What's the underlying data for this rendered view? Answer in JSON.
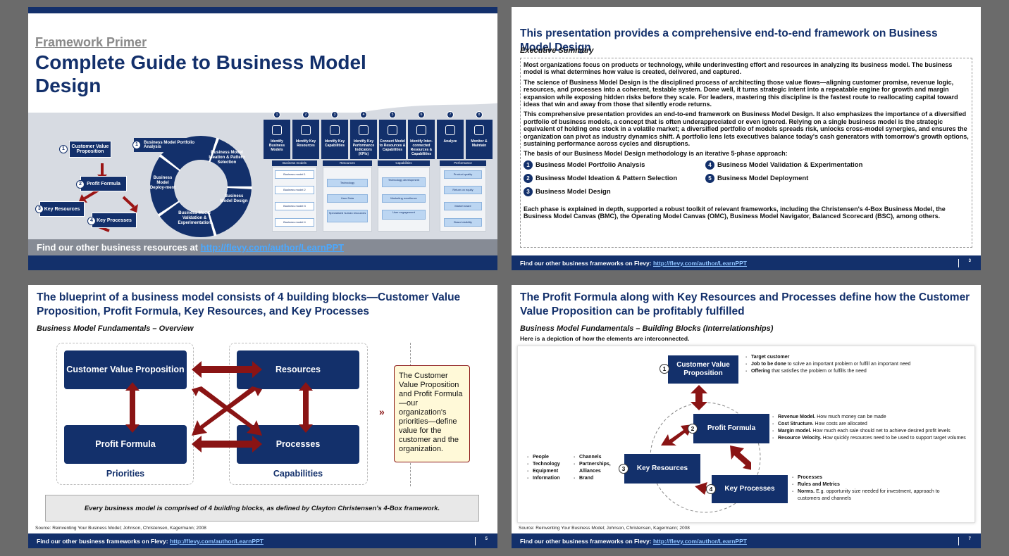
{
  "slide1": {
    "primer": "Framework Primer",
    "title": "Complete Guide to Business Model Design",
    "cycle": [
      "Business Model Portfolio Analysis",
      "Business Model Ideation & Pattern Selection",
      "Business Model Design",
      "Business Model Validation & Experimentation",
      "Business Model Deploy-ment"
    ],
    "blocks": [
      "Customer Value Proposition",
      "Profit Formula",
      "Key Resources",
      "Key Processes"
    ],
    "steps": [
      "Identify Business Models",
      "Identify Key Resources",
      "Identify Key Capabilities",
      "Identify Key Performance Indicators (KPIs)",
      "Connect Model to Resources & Capabilities",
      "Identify Inter-connected Resources & Capabilities",
      "Analyze",
      "Monitor & Maintain"
    ],
    "columns": [
      "Business models",
      "Resources",
      "Capabilities",
      "Performance"
    ],
    "models": [
      "Business model 1",
      "Business model 2",
      "Business model 3",
      "Business model 4"
    ],
    "resources": [
      "Technology",
      "User Data",
      "Specialized human resources"
    ],
    "capabilities": [
      "Technology development",
      "Marketing excellence",
      "User engagement"
    ],
    "performance": [
      "Product quality",
      "Return on equity",
      "Market share",
      "Brand visibility"
    ],
    "find_text": "Find our other business resources at ",
    "find_link": "http://flevy.com/author/LearnPPT"
  },
  "slide2": {
    "title": "This presentation provides a comprehensive end-to-end framework on Business Model Design",
    "subtitle": "Executive Summary",
    "p1": "Most organizations focus on products or technology, while underinvesting effort and resources in analyzing its business model. The business model is what determines how value is created, delivered, and captured.",
    "p2": "The science of Business Model Design is the disciplined process of architecting those value flows—aligning customer promise, revenue logic, resources, and processes into a coherent, testable system. Done well, it turns strategic intent into a repeatable engine for growth and margin expansion while exposing hidden risks before they scale. For leaders, mastering this discipline is the fastest route to reallocating capital toward ideas that win and away from those that silently erode returns.",
    "p3": "This comprehensive presentation provides an end-to-end framework on Business Model Design. It also emphasizes the importance of a diversified portfolio of business models, a concept that is often underappreciated or even ignored. Relying on a single business model is the strategic equivalent of holding one stock in a volatile market; a diversified portfolio of models spreads risk, unlocks cross-model synergies, and ensures the organization can pivot as industry dynamics shift. A portfolio lens lets executives balance today's cash generators with tomorrow's growth options, sustaining performance across cycles and disruptions.",
    "p4": "The basis of our Business Model Design methodology is an iterative 5-phase approach:",
    "phases": [
      {
        "n": "1",
        "label": "Business Model Portfolio Analysis"
      },
      {
        "n": "2",
        "label": "Business Model Ideation & Pattern Selection"
      },
      {
        "n": "3",
        "label": "Business Model Design"
      },
      {
        "n": "4",
        "label": "Business Model Validation & Experimentation"
      },
      {
        "n": "5",
        "label": "Business Model Deployment"
      }
    ],
    "p5": "Each phase is explained in depth, supported a robust toolkit of relevant frameworks, including the Christensen's 4-Box Business Model, the Business Model Canvas (BMC), the Operating Model Canvas (OMC), Business Model Navigator, Balanced Scorecard (BSC), among others.",
    "footer_text": "Find our other business frameworks on Flevy: ",
    "footer_link": "http://flevy.com/author/LearnPPT",
    "page": "3"
  },
  "slide3": {
    "title": "The blueprint of a business model consists of 4 building blocks—Customer Value Proposition, Profit Formula, Key Resources, and Key Processes",
    "subtitle": "Business Model Fundamentals – Overview",
    "cvp": "Customer Value Proposition",
    "pf": "Profit Formula",
    "res": "Resources",
    "proc": "Processes",
    "priorities": "Priorities",
    "capabilities": "Capabilities",
    "note": "The Customer Value Proposition and Profit Formula—our organization's priorities—define value for the customer and the organization.",
    "summary": "Every business model is comprised of 4 building blocks, as defined by Clayton Christensen's 4-Box framework.",
    "source": "Source: Reinventing Your Business Model; Johnson, Christensen, Kagermann; 2008",
    "footer_text": "Find our other business frameworks on Flevy: ",
    "footer_link": "http://flevy.com/author/LearnPPT",
    "page": "5"
  },
  "slide4": {
    "title": "The Profit Formula along with Key Resources and Processes define how the Customer Value Proposition can be profitably fulfilled",
    "subtitle": "Business Model Fundamentals – Building Blocks (Interrelationships)",
    "intro": "Here is a depiction of how the elements are interconnected.",
    "cvp": "Customer Value Proposition",
    "pf": "Profit Formula",
    "kr": "Key Resources",
    "kp": "Key Processes",
    "cvp_items": [
      {
        "b": "Target customer",
        "t": ""
      },
      {
        "b": "Job to be done",
        "t": " to solve an important problem or fulfill an important need"
      },
      {
        "b": "Offering",
        "t": " that satisfies the problem or fulfills the need"
      }
    ],
    "pf_items": [
      {
        "b": "Revenue Model.",
        "t": " How much money can be made"
      },
      {
        "b": "Cost Structure.",
        "t": " How costs are allocated"
      },
      {
        "b": "Margin model.",
        "t": " How much each sale should net to achieve desired profit levels"
      },
      {
        "b": "Resource Velocity.",
        "t": " How quickly resources need to be used to support target volumes"
      }
    ],
    "kr_items_a": [
      "People",
      "Technology",
      "Equipment",
      "Information"
    ],
    "kr_items_b": [
      "Channels",
      "Partnerships, Alliances",
      "Brand"
    ],
    "kp_items": [
      {
        "b": "Processes",
        "t": ""
      },
      {
        "b": "Rules and Metrics",
        "t": ""
      },
      {
        "b": "Norms.",
        "t": " E.g. opportunity size needed for investment, approach to customers and channels"
      }
    ],
    "source": "Source: Reinventing Your Business Model; Johnson, Christensen, Kagermann; 2008",
    "footer_text": "Find our other business frameworks on Flevy: ",
    "footer_link": "http://flevy.com/author/LearnPPT",
    "page": "7"
  }
}
